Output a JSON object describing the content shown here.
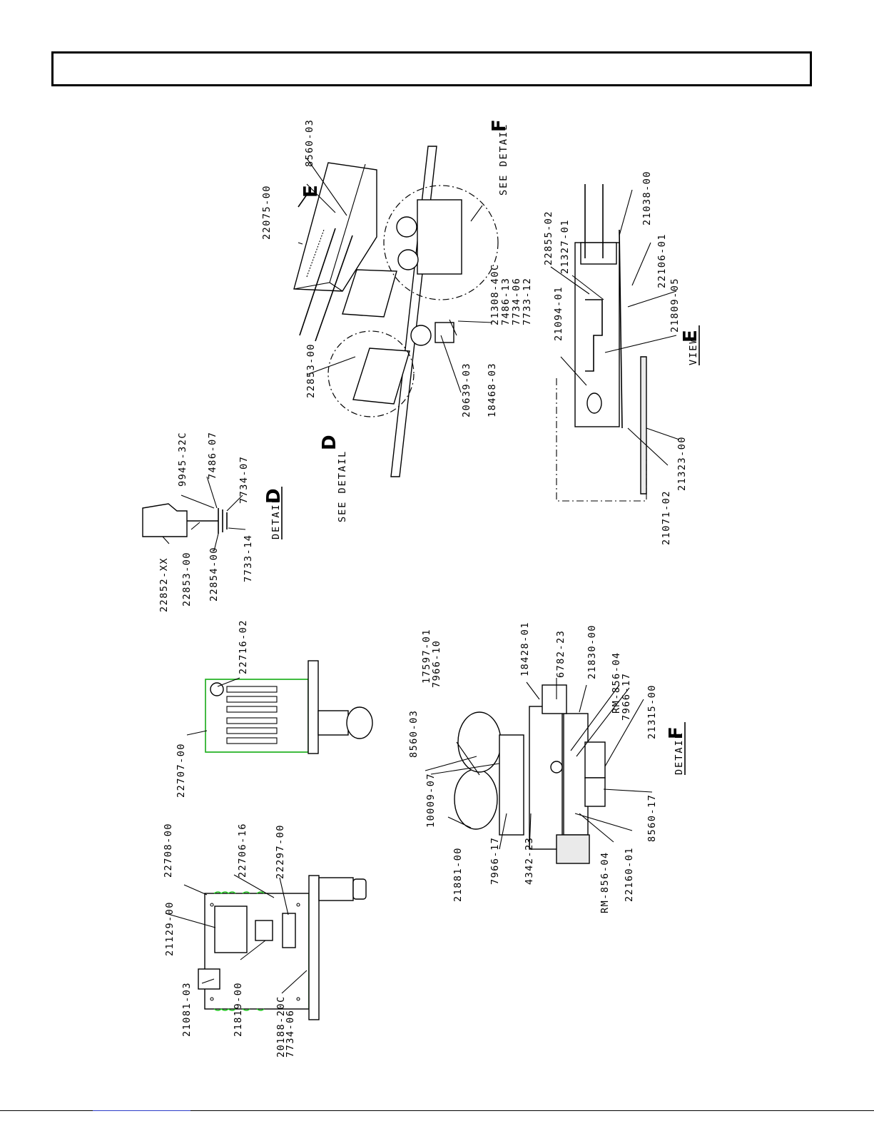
{
  "details": {
    "D": {
      "letter": "D",
      "word": "DETAIL",
      "see": "SEE DETAIL"
    },
    "E": {
      "letter": "E",
      "word": "VIEW",
      "marker": "E"
    },
    "F": {
      "letter": "F",
      "word": "DETAIL",
      "see": "SEE DETAIL"
    }
  },
  "front_view": [
    "21129-00",
    "22708-00",
    "22706-16",
    "22297-00",
    "21081-03",
    "21819-00",
    "20188-20C",
    "7734-06"
  ],
  "side_view": [
    "22707-00",
    "22716-02"
  ],
  "detail_d_parts": [
    "22852-XX",
    "22853-00",
    "22854-00",
    "7733-14",
    "9945-32C",
    "7486-07",
    "7734-07"
  ],
  "main_assembly": [
    "8560-03",
    "22075-00",
    "22853-00",
    "20639-03",
    "18468-03",
    "21308-40C",
    "7486-13",
    "7734-06",
    "7733-12"
  ],
  "view_e_parts": [
    "21094-01",
    "22855-02",
    "21327-01",
    "21038-00",
    "22106-01",
    "21809-05",
    "21323-00",
    "21071-02"
  ],
  "detail_f_parts": [
    "18428-01",
    "6782-23",
    "21830-00",
    "RM-856-04",
    "7966-17",
    "21315-00",
    "17597-01",
    "7966-10",
    "8560-03",
    "10009-07",
    "21881-00",
    "7966-17",
    "4342-23",
    "RM-856-04",
    "22160-01",
    "8560-17"
  ]
}
